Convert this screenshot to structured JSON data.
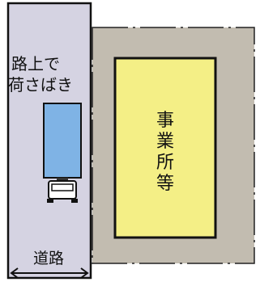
{
  "road": {
    "label_line1": "路上で",
    "label_line2": "荷さばき",
    "name": "道路",
    "color": "#d5d3e2"
  },
  "site": {
    "color": "#c2bcb0"
  },
  "building": {
    "label_chars": [
      "事",
      "業",
      "所",
      "等"
    ],
    "color": "#f4ef86"
  },
  "truck": {
    "cargo_color": "#7fb3e5",
    "cab_color": "#ffffff"
  }
}
